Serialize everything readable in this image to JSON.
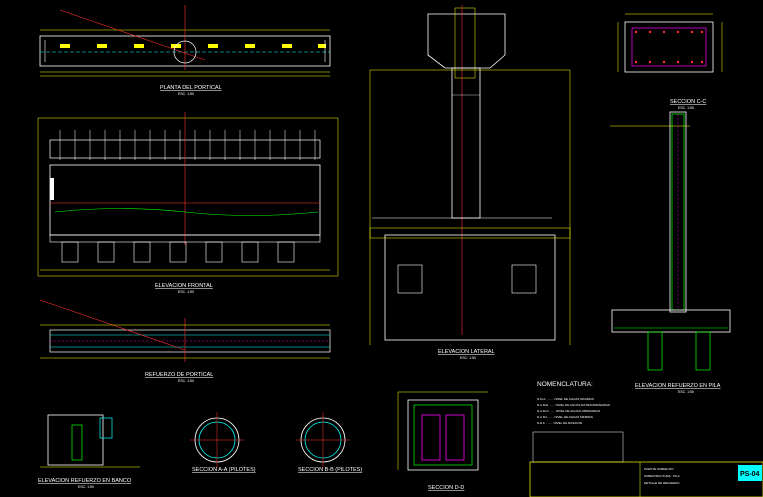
{
  "titles": {
    "planta_del_portical": "PLANTA DEL PORTICAL",
    "elevacion_frontal": "ELEVACION FRONTAL",
    "refuerzo_de_portical": "REFUERZO DE PORTICAL",
    "elevacion_lateral": "ELEVACION LATERAL",
    "seccion_cc": "SECCION C-C",
    "elevacion_refuerzo_en_pila": "ELEVACION REFUERZO EN PILA",
    "elevacion_refuerzo_en_banco": "ELEVACION REFUERZO EN BANCO",
    "seccion_aa": "SECCION A-A (PILOTES)",
    "seccion_bb": "SECCION B-B (PILOTES)",
    "seccion_dd": "SECCION D-D"
  },
  "scale_note": "ESC. 1:50",
  "nomenclatura": {
    "heading": "NOMENCLATURA:",
    "items": [
      "N.M.A. ........ NIVEL DE AGUAS MAXIMAS",
      "N.A.M.E. ...... NIVEL DE AGUAS EXTRAORDINARIAS",
      "N.A.M.O. ...... NIVEL DE AGUAS ORDINARIAS",
      "N.A.M.I. ...... NIVEL DE AGUAS MINIMAS",
      "N.R.F. ........ NIVEL DE RASANTE"
    ]
  },
  "title_block": {
    "sheet_code": "PS-04",
    "project_lines": [
      "PUENTE SOBRE RIO",
      "SUBESTRUCTURA - PILA",
      "DETALLE DE REFUERZO"
    ]
  },
  "colors": {
    "background": "#000000",
    "dimension": "#ffff00",
    "concrete": "#ffffff",
    "rebar": "#00ff00",
    "stirrup": "#ff00ff",
    "axis": "#ff3030",
    "cut": "#00ffff",
    "frame": "#ffff00"
  }
}
